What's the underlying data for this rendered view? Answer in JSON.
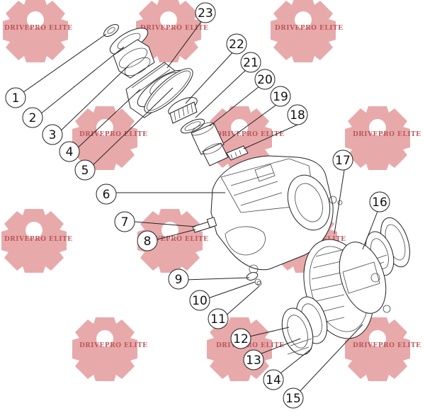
{
  "watermark": {
    "text": "DRIVEPRO ELITE",
    "color": "#d98a8c",
    "text_color": "#b0393c"
  },
  "callouts": [
    "1",
    "2",
    "3",
    "4",
    "5",
    "6",
    "7",
    "8",
    "9",
    "10",
    "11",
    "12",
    "13",
    "14",
    "15",
    "16",
    "17",
    "18",
    "19",
    "20",
    "21",
    "22",
    "23"
  ],
  "footer_text": ""
}
